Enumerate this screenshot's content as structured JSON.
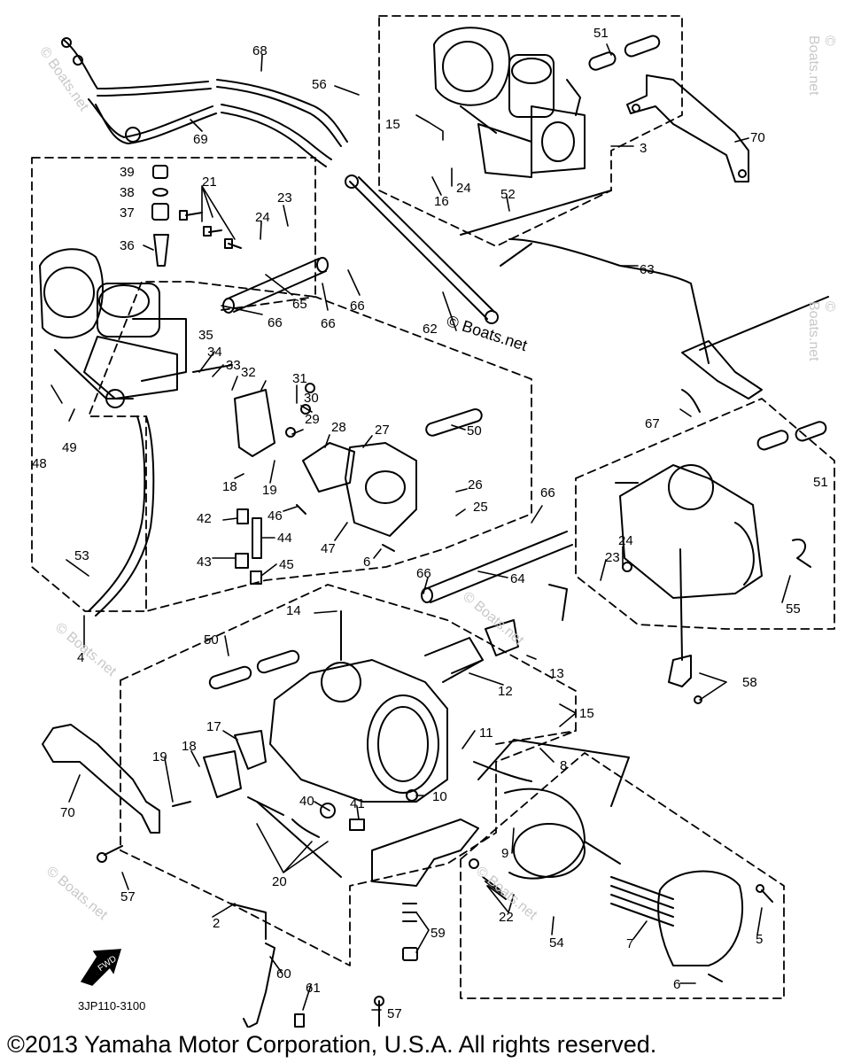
{
  "diagram": {
    "part_numbers": [
      "2",
      "3",
      "4",
      "5",
      "6",
      "7",
      "8",
      "9",
      "10",
      "11",
      "12",
      "13",
      "14",
      "15",
      "16",
      "17",
      "18",
      "19",
      "20",
      "21",
      "22",
      "23",
      "24",
      "25",
      "26",
      "27",
      "28",
      "29",
      "30",
      "31",
      "32",
      "33",
      "34",
      "35",
      "36",
      "37",
      "38",
      "39",
      "40",
      "41",
      "42",
      "43",
      "44",
      "45",
      "46",
      "47",
      "48",
      "49",
      "50",
      "51",
      "52",
      "53",
      "54",
      "55",
      "56",
      "57",
      "58",
      "59",
      "60",
      "61",
      "62",
      "63",
      "64",
      "65",
      "66",
      "67",
      "68",
      "69",
      "70"
    ],
    "callouts": [
      {
        "id": "68",
        "text": "68"
      },
      {
        "id": "69",
        "text": "69"
      },
      {
        "id": "56",
        "text": "56"
      },
      {
        "id": "51a",
        "text": "51"
      },
      {
        "id": "15a",
        "text": "15"
      },
      {
        "id": "3",
        "text": "3"
      },
      {
        "id": "70a",
        "text": "70"
      },
      {
        "id": "24a",
        "text": "24"
      },
      {
        "id": "16",
        "text": "16"
      },
      {
        "id": "52",
        "text": "52"
      },
      {
        "id": "39",
        "text": "39"
      },
      {
        "id": "38",
        "text": "38"
      },
      {
        "id": "21",
        "text": "21"
      },
      {
        "id": "23a",
        "text": "23"
      },
      {
        "id": "37",
        "text": "37"
      },
      {
        "id": "24b",
        "text": "24"
      },
      {
        "id": "36",
        "text": "36"
      },
      {
        "id": "65",
        "text": "65"
      },
      {
        "id": "66a",
        "text": "66"
      },
      {
        "id": "66b",
        "text": "66"
      },
      {
        "id": "66c",
        "text": "66"
      },
      {
        "id": "62",
        "text": "62"
      },
      {
        "id": "63",
        "text": "63"
      },
      {
        "id": "35",
        "text": "35"
      },
      {
        "id": "34",
        "text": "34"
      },
      {
        "id": "33",
        "text": "33"
      },
      {
        "id": "32",
        "text": "32"
      },
      {
        "id": "31",
        "text": "31"
      },
      {
        "id": "30",
        "text": "30"
      },
      {
        "id": "29",
        "text": "29"
      },
      {
        "id": "28",
        "text": "28"
      },
      {
        "id": "27",
        "text": "27"
      },
      {
        "id": "50a",
        "text": "50"
      },
      {
        "id": "67",
        "text": "67"
      },
      {
        "id": "51b",
        "text": "51"
      },
      {
        "id": "48",
        "text": "48"
      },
      {
        "id": "49",
        "text": "49"
      },
      {
        "id": "18a",
        "text": "18"
      },
      {
        "id": "19a",
        "text": "19"
      },
      {
        "id": "26",
        "text": "26"
      },
      {
        "id": "25",
        "text": "25"
      },
      {
        "id": "66d",
        "text": "66"
      },
      {
        "id": "42",
        "text": "42"
      },
      {
        "id": "46",
        "text": "46"
      },
      {
        "id": "44",
        "text": "44"
      },
      {
        "id": "47",
        "text": "47"
      },
      {
        "id": "6a",
        "text": "6"
      },
      {
        "id": "24c",
        "text": "24"
      },
      {
        "id": "23b",
        "text": "23"
      },
      {
        "id": "43",
        "text": "43"
      },
      {
        "id": "45",
        "text": "45"
      },
      {
        "id": "53",
        "text": "53"
      },
      {
        "id": "66e",
        "text": "66"
      },
      {
        "id": "64",
        "text": "64"
      },
      {
        "id": "55",
        "text": "55"
      },
      {
        "id": "4",
        "text": "4"
      },
      {
        "id": "14",
        "text": "14"
      },
      {
        "id": "50b",
        "text": "50"
      },
      {
        "id": "13",
        "text": "13"
      },
      {
        "id": "58",
        "text": "58"
      },
      {
        "id": "12",
        "text": "12"
      },
      {
        "id": "15b",
        "text": "15"
      },
      {
        "id": "17",
        "text": "17"
      },
      {
        "id": "11",
        "text": "11"
      },
      {
        "id": "8",
        "text": "8"
      },
      {
        "id": "18b",
        "text": "18"
      },
      {
        "id": "19b",
        "text": "19"
      },
      {
        "id": "70b",
        "text": "70"
      },
      {
        "id": "40",
        "text": "40"
      },
      {
        "id": "41",
        "text": "41"
      },
      {
        "id": "10",
        "text": "10"
      },
      {
        "id": "9",
        "text": "9"
      },
      {
        "id": "20",
        "text": "20"
      },
      {
        "id": "57a",
        "text": "57"
      },
      {
        "id": "2",
        "text": "2"
      },
      {
        "id": "22",
        "text": "22"
      },
      {
        "id": "54",
        "text": "54"
      },
      {
        "id": "7",
        "text": "7"
      },
      {
        "id": "5",
        "text": "5"
      },
      {
        "id": "59",
        "text": "59"
      },
      {
        "id": "60",
        "text": "60"
      },
      {
        "id": "61",
        "text": "61"
      },
      {
        "id": "6b",
        "text": "6"
      },
      {
        "id": "57b",
        "text": "57"
      }
    ],
    "watermark": "© Boats.net",
    "fwd_label": "FWD",
    "drawing_code": "3JP110-3100"
  },
  "footer": {
    "copyright": "©2013 Yamaha Motor Corporation, U.S.A. All rights reserved."
  },
  "colors": {
    "ink": "#000000",
    "background": "#ffffff",
    "watermark_faint": "#c8c8c8"
  }
}
